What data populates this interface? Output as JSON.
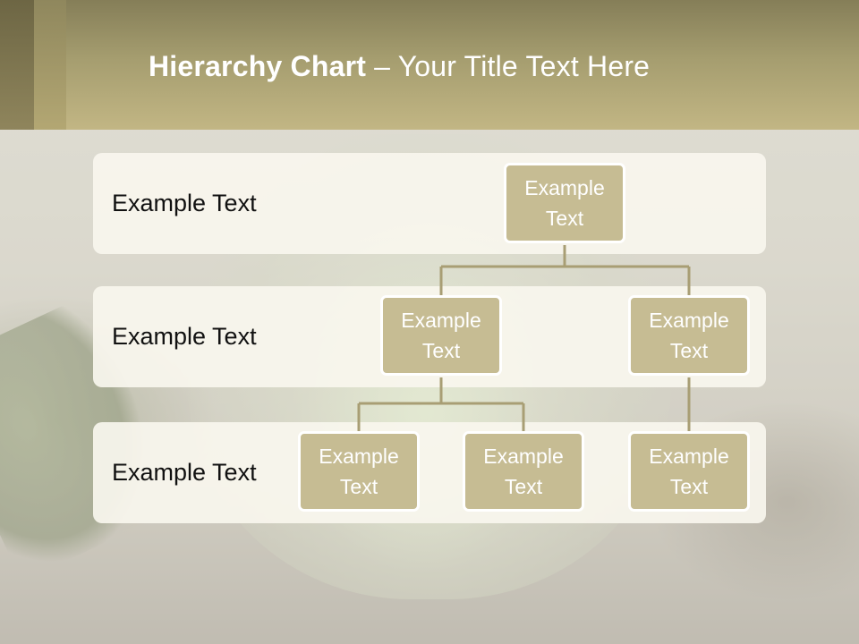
{
  "slide": {
    "title_bold": "Hierarchy Chart",
    "title_rest": " – Your Title Text Here"
  },
  "levels": [
    {
      "label": "Example Text"
    },
    {
      "label": "Example Text"
    },
    {
      "label": "Example Text"
    }
  ],
  "nodes": {
    "root": "Example Text",
    "mid_left": "Example Text",
    "mid_right": "Example Text",
    "leaf_1": "Example Text",
    "leaf_2": "Example Text",
    "leaf_3": "Example Text"
  },
  "colors": {
    "node_fill": "#c6bc93",
    "connector": "#a89e74",
    "header": "#b3a773"
  }
}
